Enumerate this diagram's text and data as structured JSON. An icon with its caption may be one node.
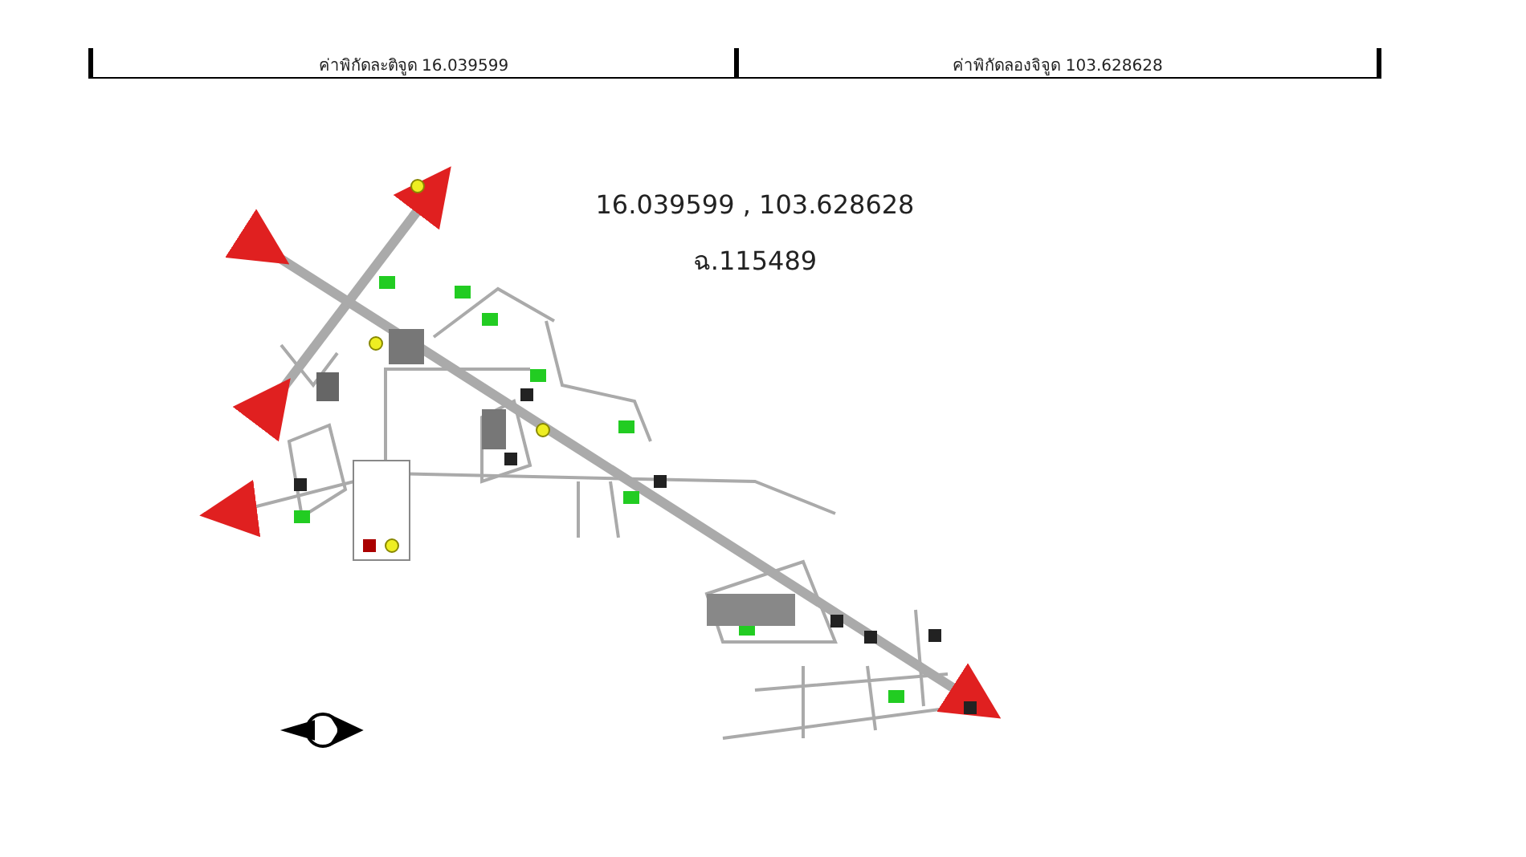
{
  "diagram": {
    "labels": [
      "ค่าพิกัดละติจูด 16.039599",
      "ค่าพิกัดลองจิจูด 103.628628",
      "16.039599 , 103.628628",
      "ฉ.115489"
    ]
  }
}
